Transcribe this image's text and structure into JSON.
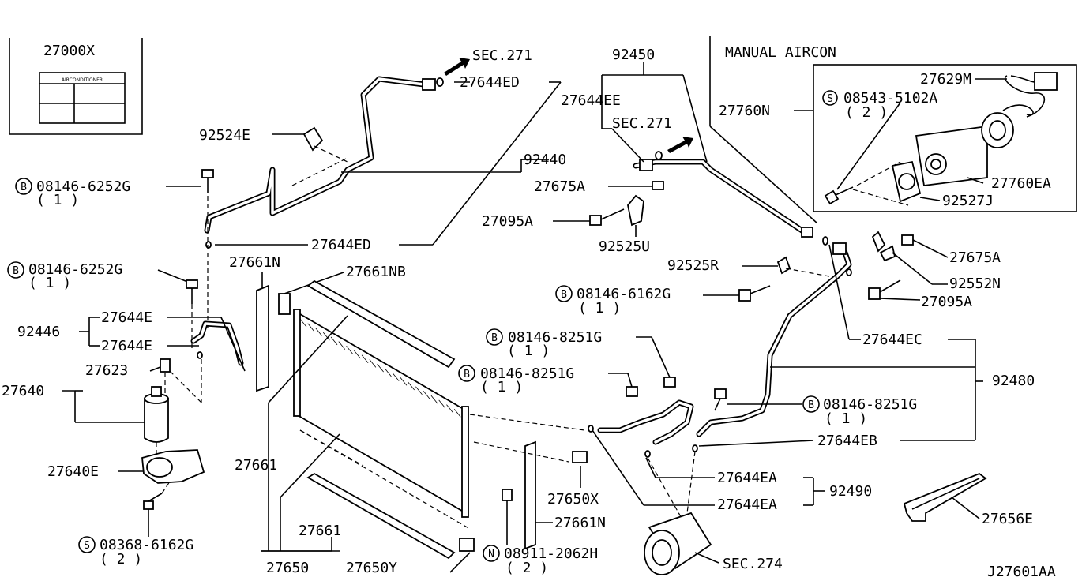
{
  "title_box": {
    "part_number": "27000X",
    "label_header": "AIRCONDITIONER"
  },
  "section_headers": {
    "manual_aircon": "MANUAL AIRCON"
  },
  "drawing_id": "J27601AA",
  "labels": {
    "sec271_top": "SEC.271",
    "p27644ED_top": "27644ED",
    "p92524E": "92524E",
    "p92440": "92440",
    "b08146_6252G_1": "08146-6252G",
    "q1_a": "( 1 )",
    "p27644ED_mid": "27644ED",
    "b08146_6252G_2": "08146-6252G",
    "q1_b": "( 1 )",
    "p27661N_top": "27661N",
    "p27661NB": "27661NB",
    "p92446": "92446",
    "p27644E_1": "27644E",
    "p27644E_2": "27644E",
    "p27623": "27623",
    "p27640": "27640",
    "p27640E": "27640E",
    "s08368_6162G": "08368-6162G",
    "q2_a": "( 2 )",
    "p27661_a": "27661",
    "p27661_b": "27661",
    "p27650": "27650",
    "p27650Y": "27650Y",
    "n08911_2062H": "08911-2062H",
    "q2_b": "( 2 )",
    "p27661N_bot": "27661N",
    "p27650X": "27650X",
    "p92450": "92450",
    "p27644EE": "27644EE",
    "sec271_mid": "SEC.271",
    "p27675A_left": "27675A",
    "p27095A_left": "27095A",
    "p92525U": "92525U",
    "p92525R": "92525R",
    "b08146_6162G": "08146-6162G",
    "q1_c": "( 1 )",
    "b08146_8251G_1": "08146-8251G",
    "q1_d": "( 1 )",
    "b08146_8251G_2": "08146-8251G",
    "q1_e": "( 1 )",
    "b08146_8251G_3": "08146-8251G",
    "q1_f": "( 1 )",
    "p27644EC": "27644EC",
    "p92480": "92480",
    "p27644EB": "27644EB",
    "p27644EA_1": "27644EA",
    "p27644EA_2": "27644EA",
    "p92490": "92490",
    "sec274": "SEC.274",
    "p27656E": "27656E",
    "p27629M": "27629M",
    "s08543_5102A": "08543-5102A",
    "q2_c": "( 2 )",
    "p27760N": "27760N",
    "p27760EA": "27760EA",
    "p92527J": "92527J",
    "p27675A_right": "27675A",
    "p92552N": "92552N",
    "p27095A_right": "27095A"
  },
  "markers": {
    "bolt": "B",
    "screw": "S",
    "nut": "N"
  }
}
